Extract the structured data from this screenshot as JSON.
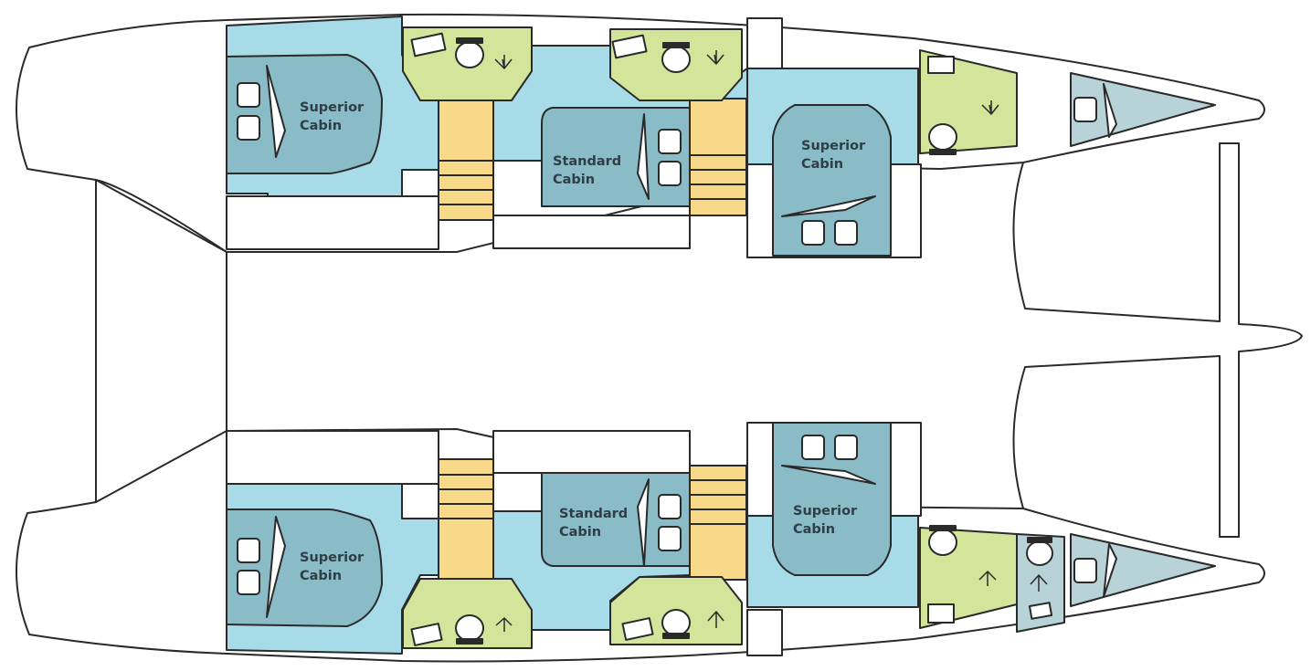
{
  "colors": {
    "hull": "#ffffff",
    "outline": "#2a2a2a",
    "corridor": "#a8dbe8",
    "cabin": "#8abcc8",
    "bathroom": "#d3e49b",
    "stairs": "#f8d98a",
    "bow_cabin": "#b8d3d8"
  },
  "cabins": {
    "top_left": {
      "line1": "Superior",
      "line2": "Cabin"
    },
    "top_center": {
      "line1": "Standard",
      "line2": "Cabin"
    },
    "top_right": {
      "line1": "Superior",
      "line2": "Cabin"
    },
    "bottom_left": {
      "line1": "Superior",
      "line2": "Cabin"
    },
    "bottom_center": {
      "line1": "Standard",
      "line2": "Cabin"
    },
    "bottom_right": {
      "line1": "Superior",
      "line2": "Cabin"
    }
  },
  "icons": {
    "toilet": "toilet-icon",
    "sink": "sink-icon",
    "shower": "shower-drain-icon",
    "pillow": "pillow-icon",
    "wardrobe": "wardrobe-icon"
  }
}
